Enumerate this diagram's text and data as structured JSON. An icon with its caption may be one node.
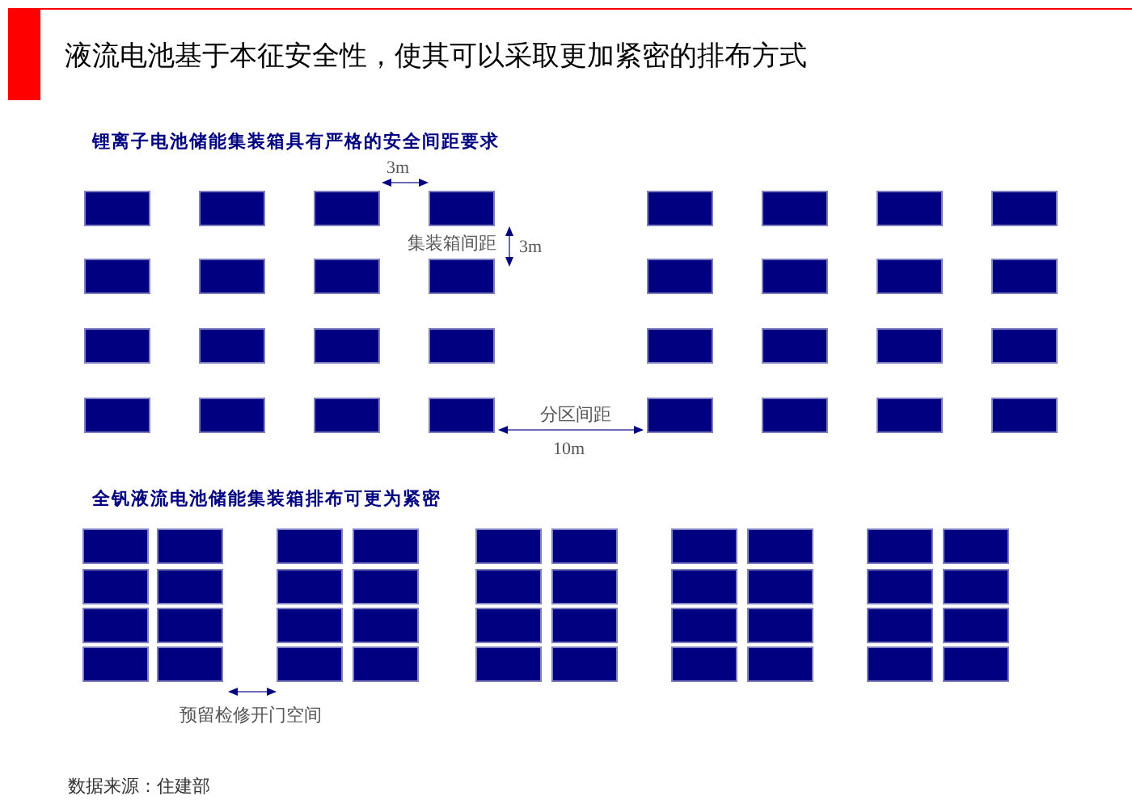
{
  "diagram": {
    "title": "液流电池基于本征安全性，使其可以采取更加紧密的排布方式",
    "labels": [
      "锂离子电池储能集装箱具有严格的安全间距要求",
      "3m",
      "集装箱间距",
      "3m",
      "分区间距",
      "10m",
      "全钒液流电池储能集装箱排布可更为紧密",
      "预留检修开门空间"
    ],
    "caption": "数据来源：住建部"
  }
}
